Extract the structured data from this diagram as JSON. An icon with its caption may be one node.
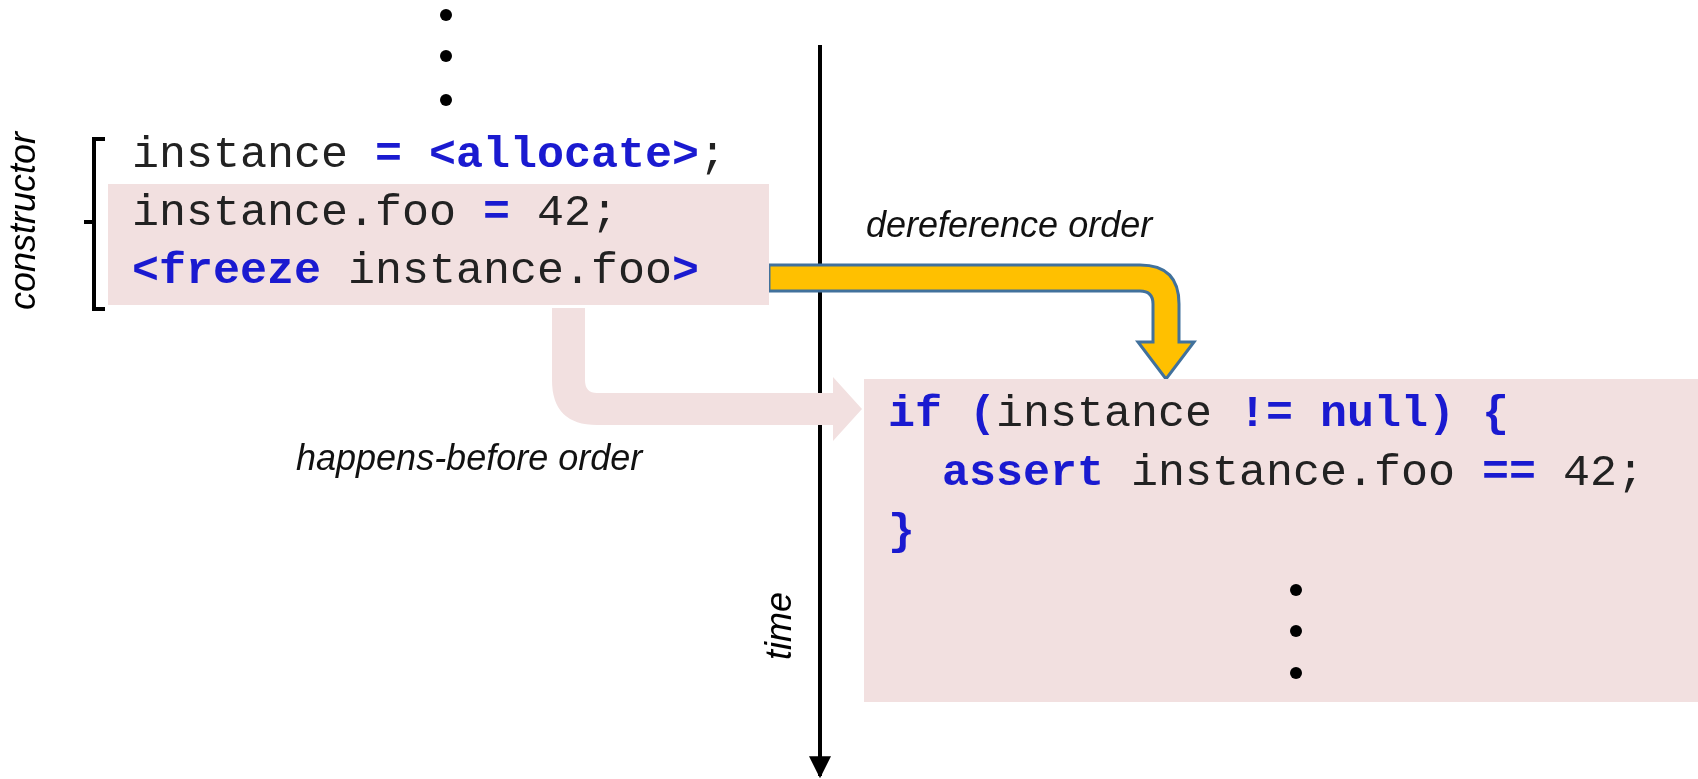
{
  "diagram": {
    "nodes": [
      {
        "text": [
          "instance.foo **=** 42;",
          "**<freeze** instance.foo**>**"
        ]
      },
      {
        "text": [
          "**if (**instance **!= null) {**",
          "**assert** instance.foo **==** 42;",
          "**}**"
        ]
      }
    ],
    "edges": [
      {
        "from": 0,
        "to": 1,
        "arrow": "to",
        "label": "dereference order",
        "style": "thick",
        "color": "#ffc000"
      },
      {
        "from": 0,
        "to": 1,
        "arrow": "to",
        "label": "happens-before order",
        "style": "thick",
        "color": "#f2e0e0"
      }
    ],
    "labels": [
      "instance **= <allocate>**;",
      "constructor",
      "time"
    ]
  }
}
